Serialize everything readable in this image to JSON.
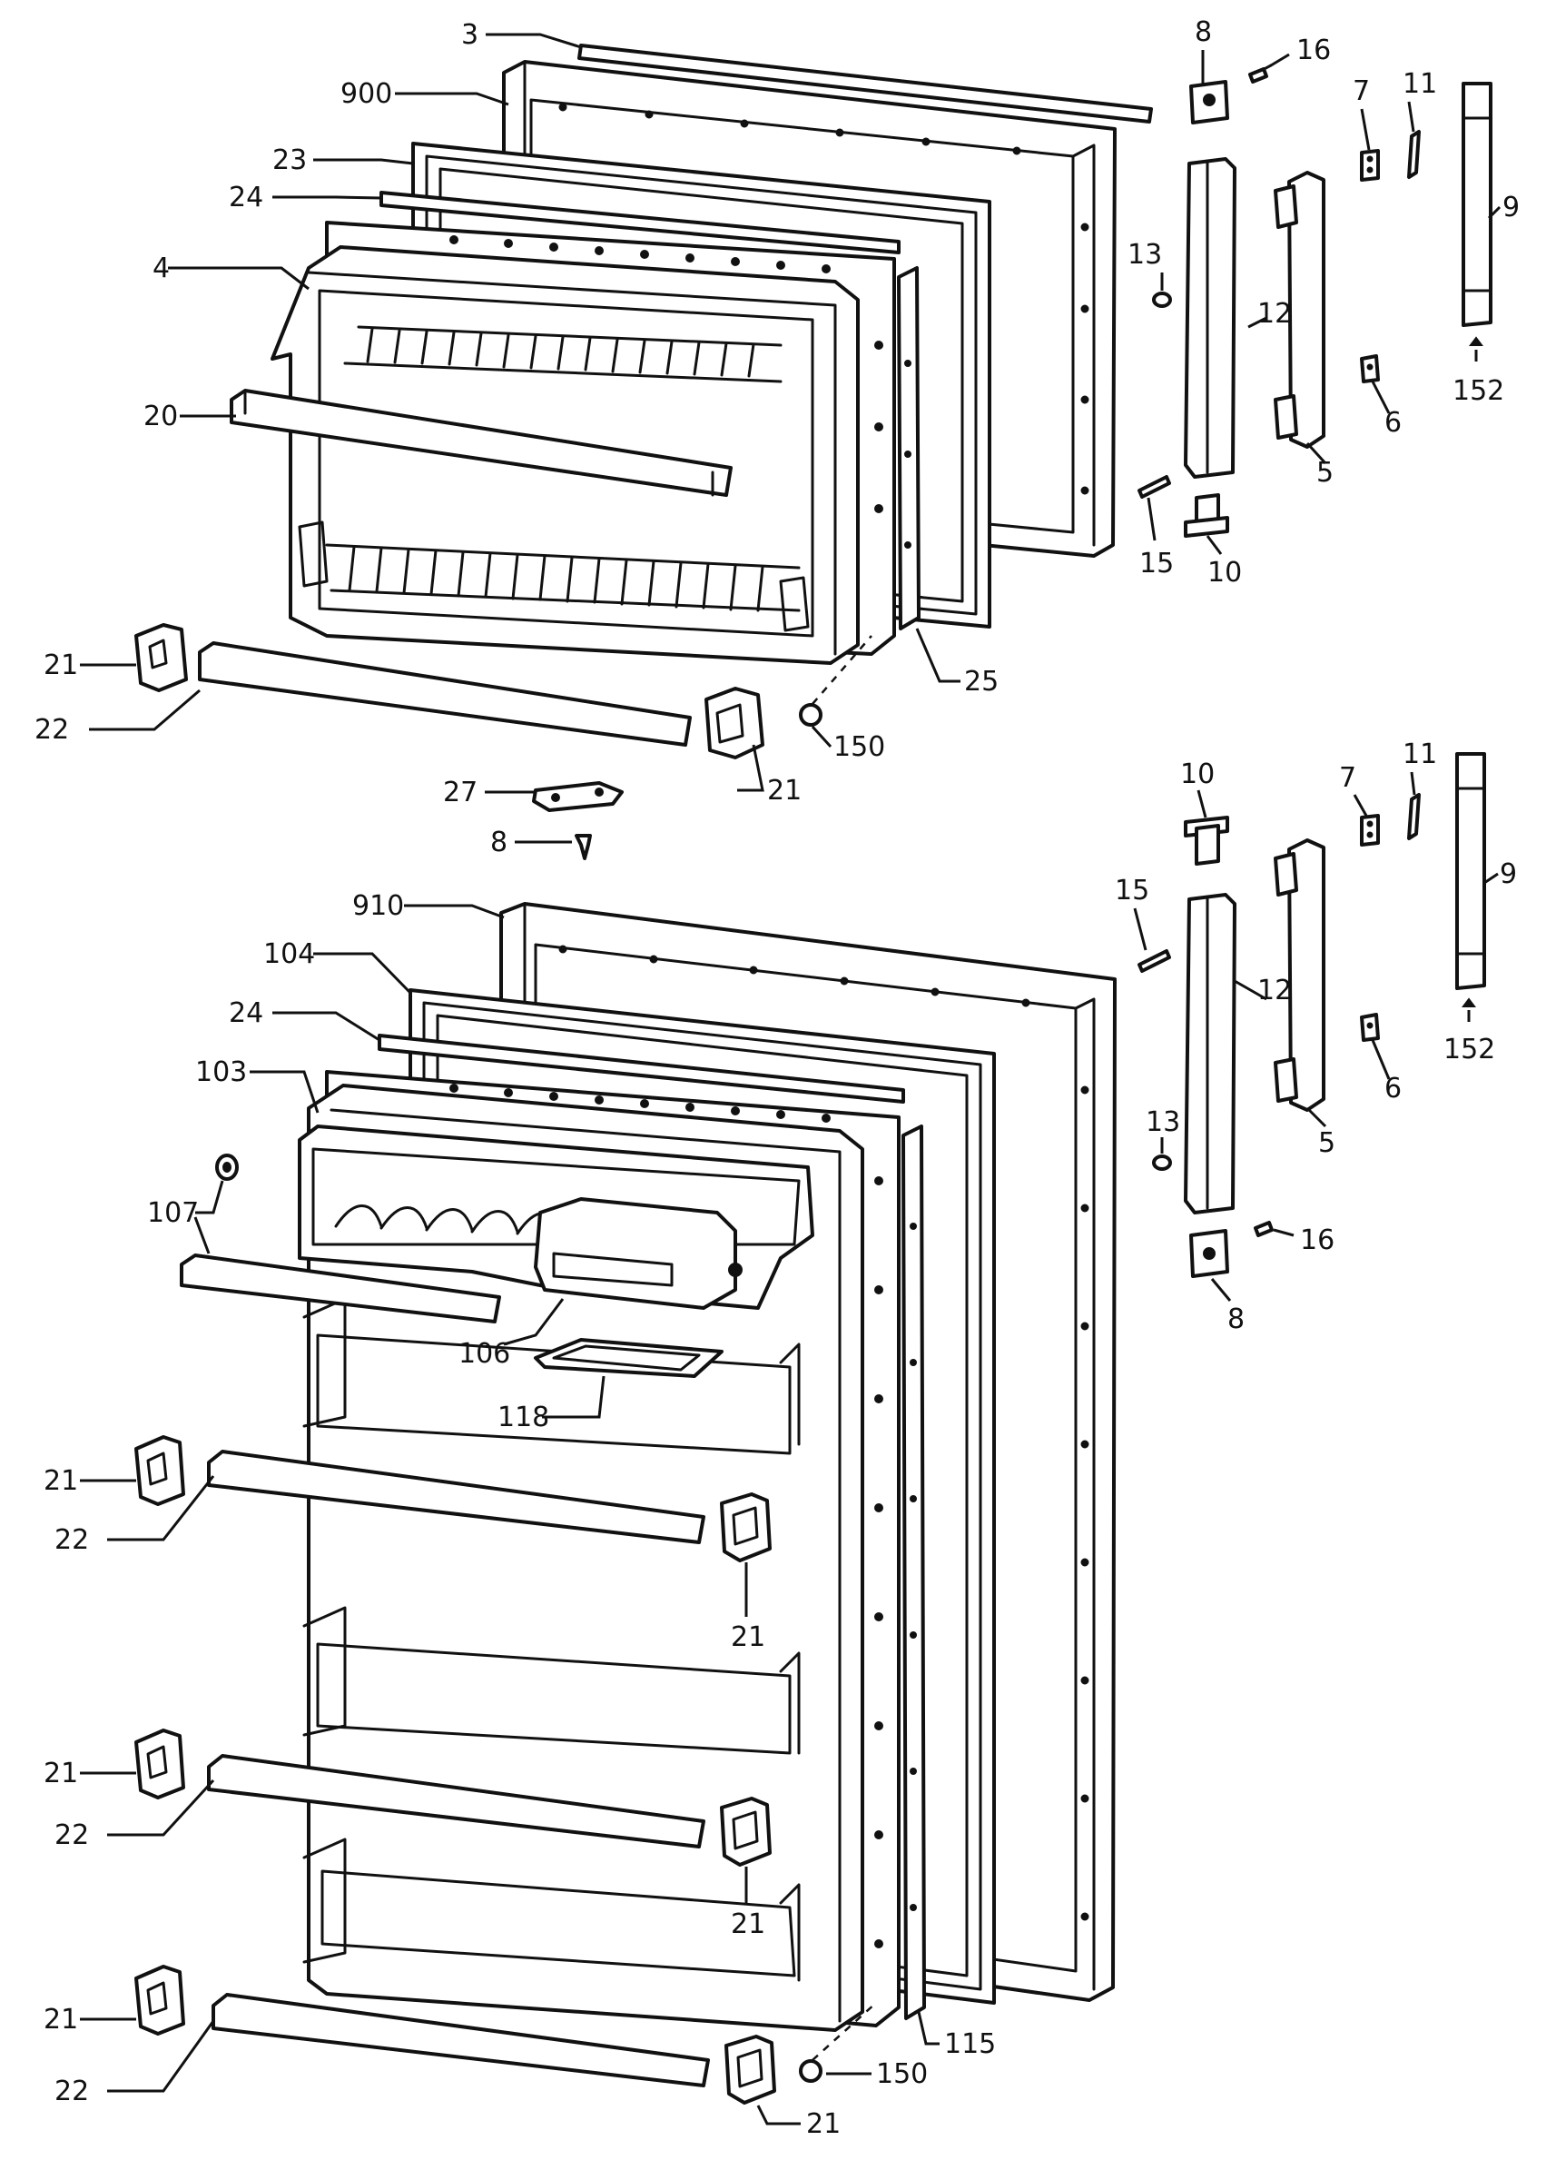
{
  "diagram": {
    "freezer_door_labels": [
      {
        "id": "3"
      },
      {
        "id": "900"
      },
      {
        "id": "23"
      },
      {
        "id": "24"
      },
      {
        "id": "4"
      },
      {
        "id": "20"
      },
      {
        "id": "21"
      },
      {
        "id": "22"
      },
      {
        "id": "21"
      },
      {
        "id": "25"
      },
      {
        "id": "150"
      },
      {
        "id": "27"
      },
      {
        "id": "8"
      },
      {
        "id": "8"
      },
      {
        "id": "16"
      },
      {
        "id": "7"
      },
      {
        "id": "11"
      },
      {
        "id": "9"
      },
      {
        "id": "13"
      },
      {
        "id": "12"
      },
      {
        "id": "5"
      },
      {
        "id": "6"
      },
      {
        "id": "152"
      },
      {
        "id": "15"
      },
      {
        "id": "10"
      }
    ],
    "fresh_food_door_labels": [
      {
        "id": "10"
      },
      {
        "id": "7"
      },
      {
        "id": "11"
      },
      {
        "id": "9"
      },
      {
        "id": "15"
      },
      {
        "id": "12"
      },
      {
        "id": "6"
      },
      {
        "id": "152"
      },
      {
        "id": "13"
      },
      {
        "id": "5"
      },
      {
        "id": "16"
      },
      {
        "id": "8"
      },
      {
        "id": "910"
      },
      {
        "id": "104"
      },
      {
        "id": "24"
      },
      {
        "id": "103"
      },
      {
        "id": "107"
      },
      {
        "id": "106"
      },
      {
        "id": "118"
      },
      {
        "id": "21"
      },
      {
        "id": "22"
      },
      {
        "id": "21"
      },
      {
        "id": "21"
      },
      {
        "id": "22"
      },
      {
        "id": "21"
      },
      {
        "id": "21"
      },
      {
        "id": "22"
      },
      {
        "id": "21"
      },
      {
        "id": "115"
      },
      {
        "id": "150"
      }
    ]
  }
}
